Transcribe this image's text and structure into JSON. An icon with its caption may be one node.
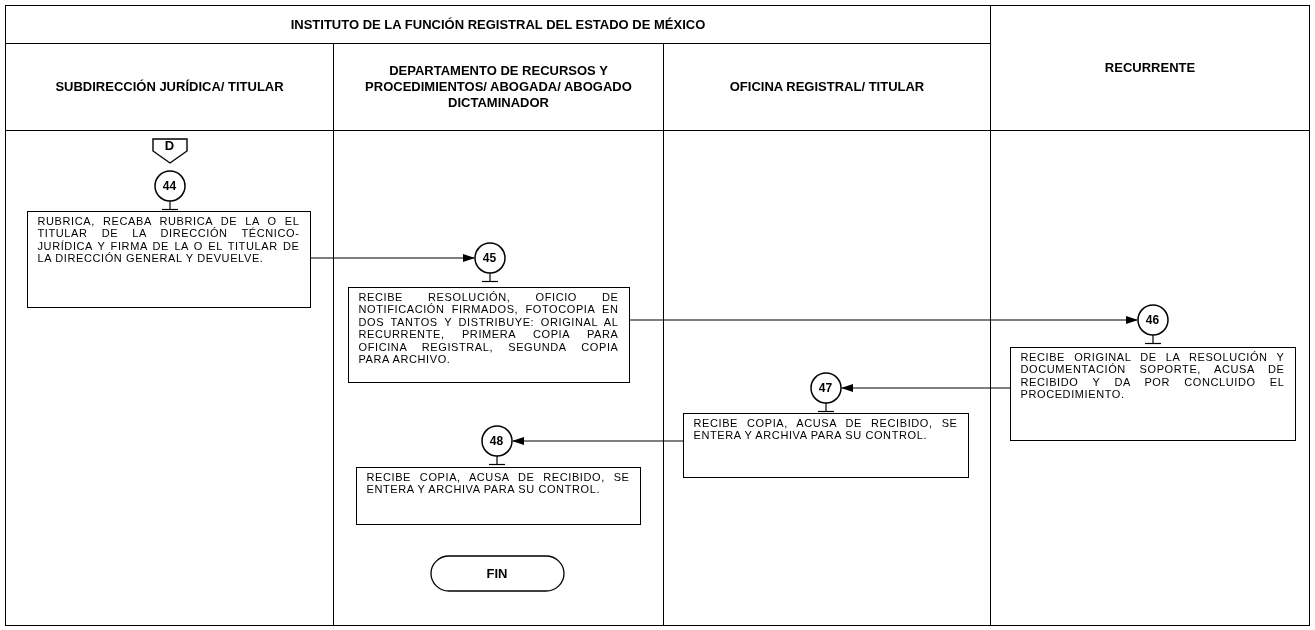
{
  "diagram": {
    "nodes": [
      {
        "text": [
          "SUBDIRECCIÓN JURÍDICA/ TITULAR"
        ]
      },
      {
        "text": [
          "DEPARTAMENTO DE RECURSOS Y PROCEDIMIENTOS/ ABOGADA/ ABOGADO DICTAMINADOR"
        ]
      },
      {
        "text": [
          "OFICINA REGISTRAL/ TITULAR"
        ]
      },
      {
        "text": [
          "RECURRENTE"
        ]
      },
      {
        "text": [
          "D"
        ],
        "in": 0
      },
      {
        "text": [
          "44"
        ],
        "in": 0
      },
      {
        "text": [
          "RUBRICA, RECABA RUBRICA DE LA O EL TITULAR DE LA DIRECCIÓN TÉCNICO-JURÍDICA Y FIRMA DE LA O EL TITULAR DE LA DIRECCIÓN GENERAL Y DEVUELVE."
        ],
        "in": 0
      },
      {
        "text": [
          "45"
        ],
        "in": 1
      },
      {
        "text": [
          "RECIBE RESOLUCIÓN, OFICIO DE NOTIFICACIÓN FIRMADOS, FOTOCOPIA EN DOS TANTOS Y DISTRIBUYE: ORIGINAL AL RECURRENTE, PRIMERA COPIA PARA OFICINA REGISTRAL, SEGUNDA COPIA PARA ARCHIVO."
        ],
        "in": 1
      },
      {
        "text": [
          "46"
        ],
        "in": 3
      },
      {
        "text": [
          "RECIBE ORIGINAL DE LA RESOLUCIÓN Y DOCUMENTACIÓN SOPORTE, ACUSA DE RECIBIDO Y DA POR CONCLUIDO EL PROCEDIMIENTO."
        ],
        "in": 3
      },
      {
        "text": [
          "47"
        ],
        "in": 2
      },
      {
        "text": [
          "RECIBE COPIA, ACUSA DE RECIBIDO, SE ENTERA Y ARCHIVA PARA SU CONTROL."
        ],
        "in": 2
      },
      {
        "text": [
          "48"
        ],
        "in": 1
      },
      {
        "text": [
          "RECIBE COPIA, ACUSA DE RECIBIDO, SE ENTERA Y ARCHIVA PARA SU CONTROL."
        ],
        "in": 1
      },
      {
        "text": [
          "FIN"
        ],
        "in": 1
      }
    ],
    "edges": [
      {
        "from": 6,
        "to": 7,
        "arrow": "to"
      },
      {
        "from": 8,
        "to": 9,
        "arrow": "to"
      },
      {
        "from": 10,
        "to": 11,
        "arrow": "to"
      },
      {
        "from": 12,
        "to": 13,
        "arrow": "to"
      }
    ],
    "labels": [
      "INSTITUTO DE LA FUNCIÓN REGISTRAL DEL ESTADO DE MÉXICO"
    ]
  }
}
